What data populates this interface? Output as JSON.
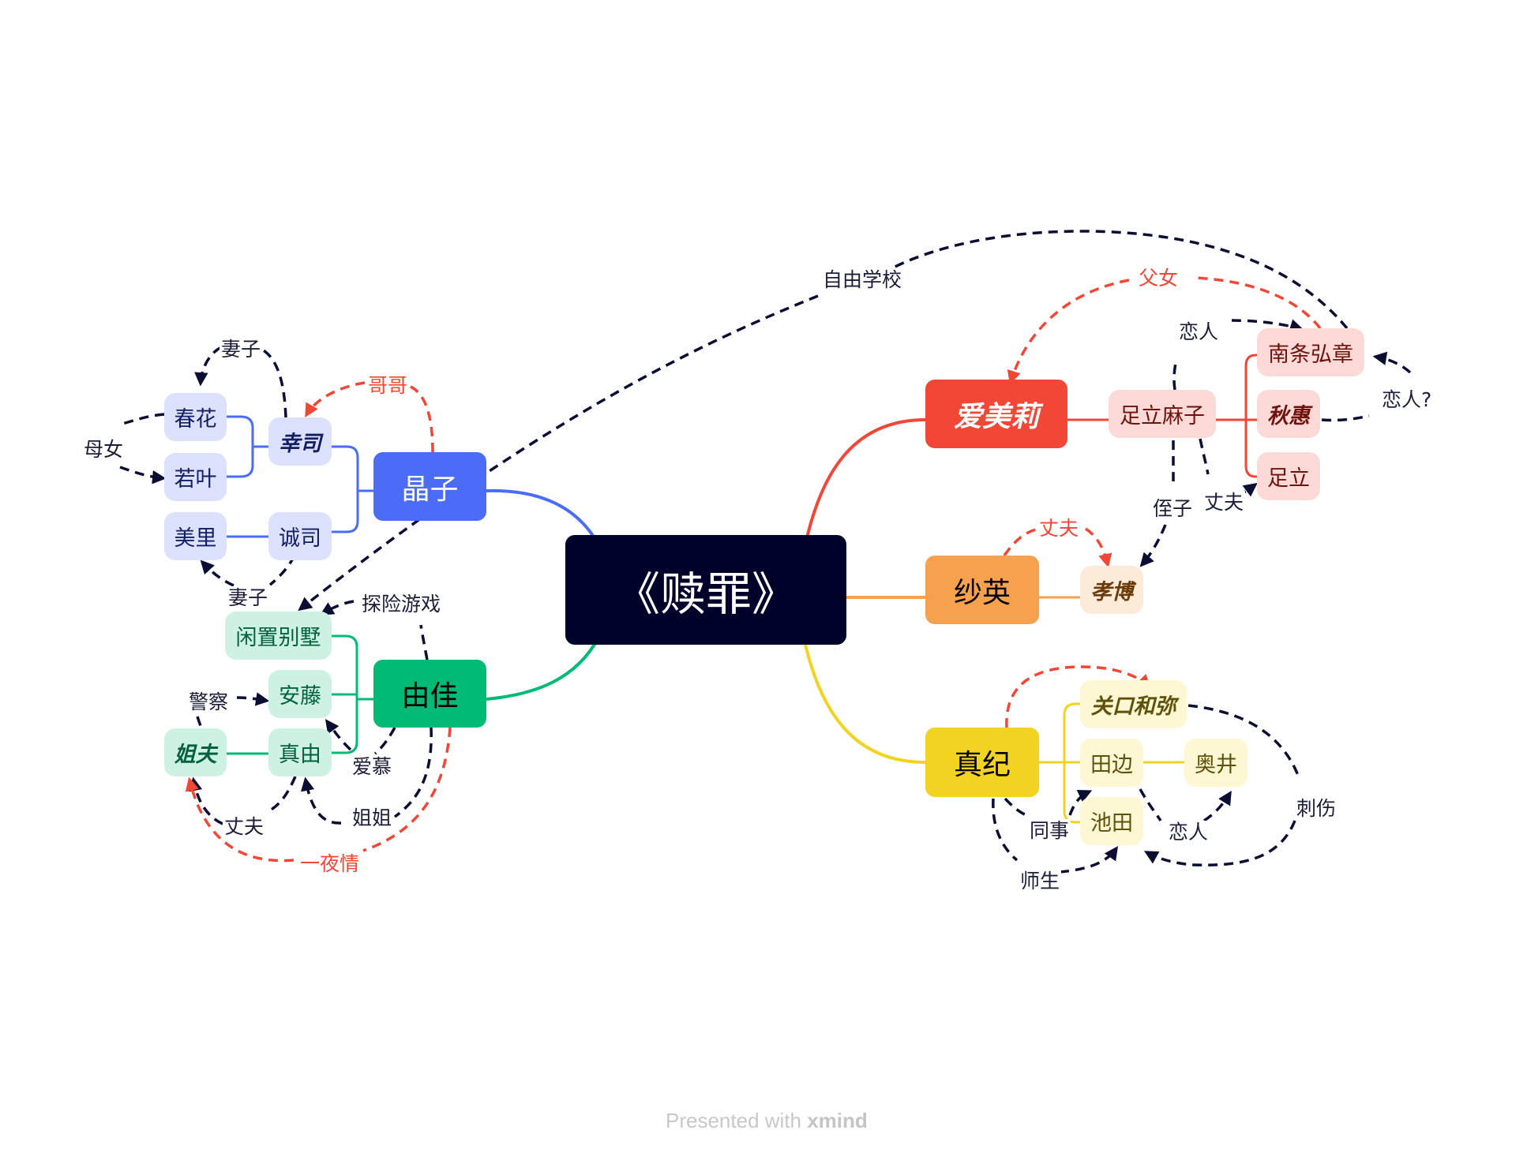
{
  "title": "《赎罪》",
  "colors": {
    "central_bg": "#00022a",
    "blue": "#4a6cf7",
    "blue_light": "#dce2fd",
    "blue_text": "#131e63",
    "red": "#f24636",
    "red_light": "#fddad7",
    "red_text": "#6e120b",
    "orange": "#f5a14d",
    "orange_light": "#fdebd9",
    "orange_text": "#6b3a07",
    "green": "#00ba75",
    "green_light": "#cdf2e3",
    "green_text": "#03613e",
    "yellow": "#f2d321",
    "yellow_light": "#fdf7d3",
    "yellow_text": "#5e520a",
    "relation": "#0b0d33"
  },
  "branches": {
    "akiko": {
      "label": "晶子",
      "children": {
        "koji": "幸司",
        "seiji": "诚司",
        "haruka": "春花",
        "wakaba": "若叶",
        "misato": "美里"
      }
    },
    "yuka": {
      "label": "由佳",
      "children": {
        "villa": "闲置别墅",
        "ando": "安藤",
        "mayu": "真由",
        "brother_in_law": "姐夫"
      }
    },
    "emily": {
      "label": "爱美莉",
      "children": {
        "asako": "足立麻子",
        "nanjo": "南条弘章",
        "akie": "秋惠",
        "adachi": "足立"
      }
    },
    "sae": {
      "label": "纱英",
      "children": {
        "takahiro": "孝博"
      }
    },
    "maki": {
      "label": "真纪",
      "children": {
        "sekiguchi": "关口和弥",
        "tanabe": "田边",
        "okui": "奥井",
        "ikeda": "池田"
      }
    }
  },
  "relations": {
    "wife1": "妻子",
    "brother": "哥哥",
    "mother_daughter": "母女",
    "wife2": "妻子",
    "adventure": "探险游戏",
    "free_school": "自由学校",
    "father_daughter": "父女",
    "lover1": "恋人",
    "lover_q": "恋人?",
    "nephew": "侄子",
    "husband1": "丈夫",
    "husband2": "丈夫",
    "police": "警察",
    "admire": "爱慕",
    "husband3": "丈夫",
    "sister": "姐姐",
    "one_night": "一夜情",
    "colleague": "同事",
    "teacher_student": "师生",
    "lover2": "恋人",
    "stab": "刺伤"
  },
  "footer": {
    "prefix": "Presented with",
    "brand": "xmind"
  }
}
